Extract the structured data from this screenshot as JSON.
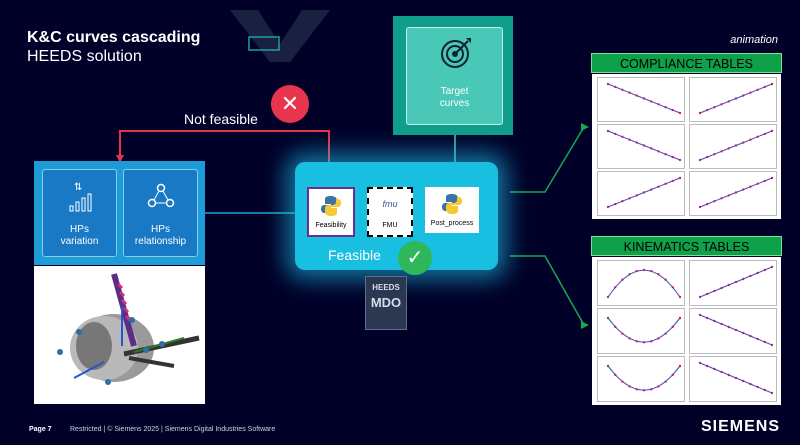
{
  "header": {
    "title": "K&C curves cascading",
    "subtitle": "HEEDS solution",
    "tag": "animation"
  },
  "left_panel": {
    "hps_variation": {
      "line1": "HPs",
      "line2": "variation",
      "icon": "bar-chart-icon"
    },
    "hps_relationship": {
      "line1": "HPs",
      "line2": "relationship",
      "icon": "network-icon"
    }
  },
  "target": {
    "line1": "Target",
    "line2": "curves",
    "icon": "target-icon"
  },
  "workflow": {
    "nodes": [
      {
        "label": "Feasibility",
        "icon": "python-icon"
      },
      {
        "label": "FMU",
        "icon": "fmu-icon"
      },
      {
        "label": "Post_process",
        "icon": "python-icon"
      }
    ],
    "fmu_logo": "fmu",
    "feasible": "Feasible",
    "not_feasible": "Not feasible"
  },
  "heeds": {
    "line1": "HEEDS",
    "line2": "MDO"
  },
  "compliance": {
    "title": "COMPLIANCE TABLES"
  },
  "kinematics": {
    "title": "KINEMATICS TABLES"
  },
  "footer": {
    "page": "Page 7",
    "restricted": "Restricted | © Siemens 2025 | Siemens Digital Industries Software",
    "logo": "SIEMENS"
  },
  "colors": {
    "background": "#000028",
    "blue_panel": "#1f9bd7",
    "teal": "#0f9e8b",
    "green": "#0fa04a",
    "red": "#e9344d",
    "purple": "#6a2c91",
    "glow": "#18bfe0"
  }
}
